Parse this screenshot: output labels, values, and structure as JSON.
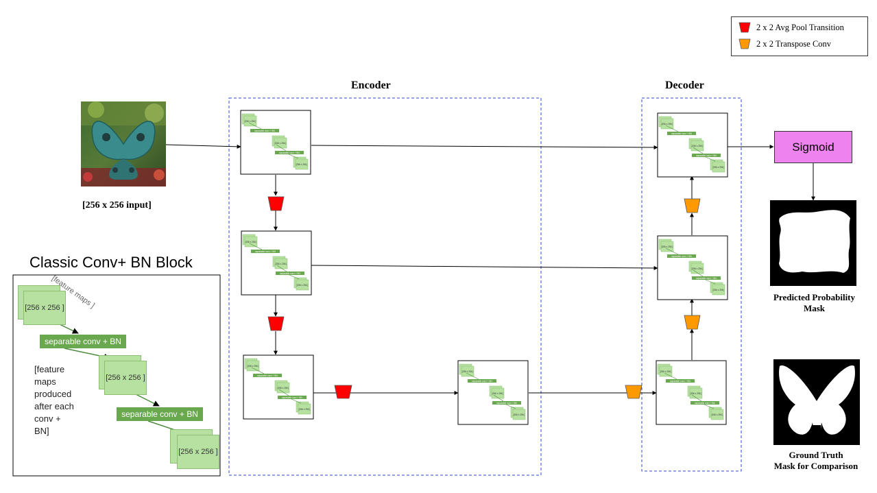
{
  "legend": {
    "items": [
      {
        "label": "2 x 2 Avg Pool Transition",
        "color": "#ff0000"
      },
      {
        "label": "2 x 2 Transpose Conv",
        "color": "#ff9900"
      }
    ]
  },
  "encoder": {
    "title": "Encoder"
  },
  "decoder": {
    "title": "Decoder"
  },
  "input": {
    "caption": "[256 x 256 input]"
  },
  "sigmoid": {
    "label": "Sigmoid"
  },
  "predicted": {
    "caption_line1": "Predicted Probability",
    "caption_line2": "Mask"
  },
  "ground_truth": {
    "caption_line1": "Ground Truth",
    "caption_line2": "Mask for Comparison"
  },
  "classic_block": {
    "title": "Classic Conv+ BN Block",
    "feature_maps_label": "[feature maps ]",
    "size_label": "[256 x 256 ]",
    "conv_label": "separable conv + BN",
    "note_lines": [
      "[feature",
      "maps",
      "produced",
      "after each",
      "conv +",
      "BN]"
    ]
  },
  "mini_block": {
    "size_label": "[256 x 256 ]",
    "conv_label": "separable conv + BN"
  },
  "colors": {
    "pool": "#ff0000",
    "transpose": "#ff9900",
    "sigmoid": "#ee82ee",
    "dashed_border": "#3344cc",
    "feature_map": "#b7e1a1",
    "conv_bar": "#6aa84f"
  }
}
